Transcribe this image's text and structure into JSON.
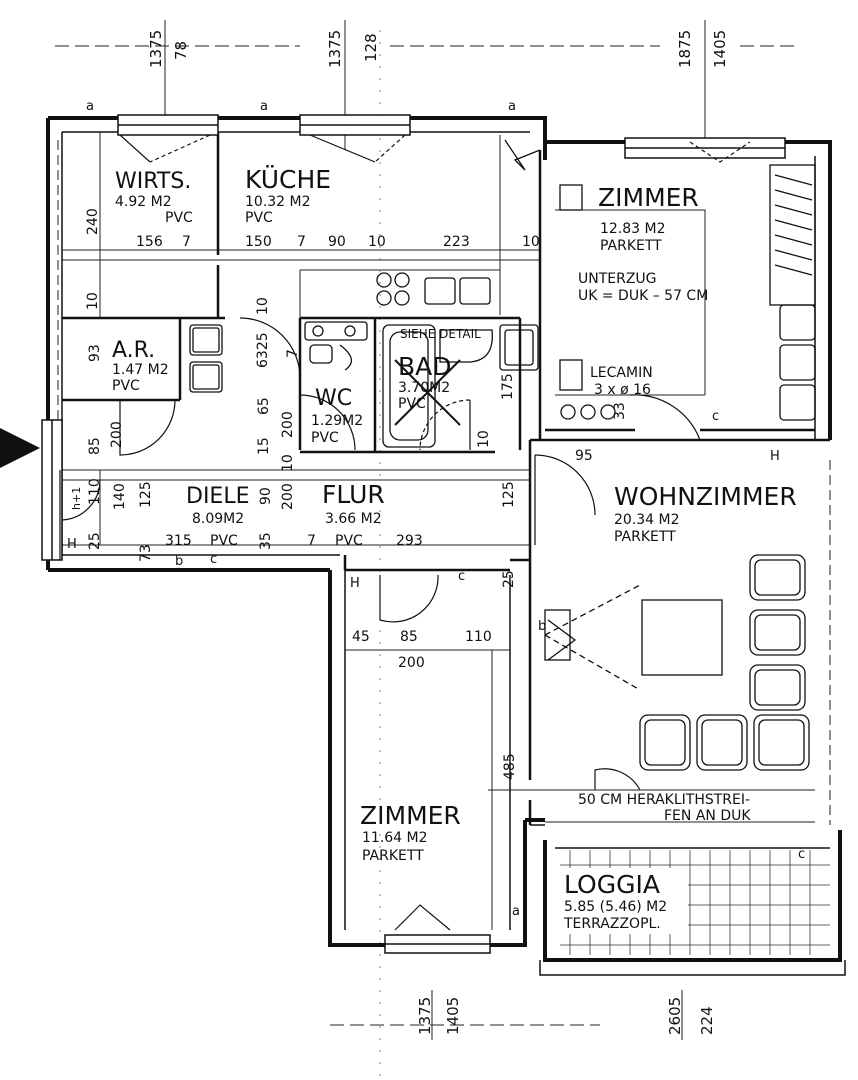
{
  "rooms": {
    "wirts": {
      "name": "WIRTS.",
      "area": "4.92 M2",
      "floor": "PVC"
    },
    "kueche": {
      "name": "KÜCHE",
      "area": "10.32 M2",
      "floor": "PVC"
    },
    "zimmer_ne": {
      "name": "ZIMMER",
      "area": "12.83 M2",
      "floor": "PARKETT"
    },
    "ar": {
      "name": "A.R.",
      "area": "1.47 M2",
      "floor": "PVC"
    },
    "wc": {
      "name": "WC",
      "area": "1.29M2",
      "floor": "PVC"
    },
    "bad": {
      "name": "BAD",
      "area": "3.70M2",
      "floor": "PVC"
    },
    "diele": {
      "name": "DIELE",
      "area": "8.09M2",
      "floor": "PVC"
    },
    "flur": {
      "name": "FLUR",
      "area": "3.66 M2",
      "floor": "PVC"
    },
    "wohnzimmer": {
      "name": "WOHNZIMMER",
      "area": "20.34 M2",
      "floor": "PARKETT"
    },
    "zimmer_s": {
      "name": "ZIMMER",
      "area": "11.64 M2",
      "floor": "PARKETT"
    },
    "loggia": {
      "name": "LOGGIA",
      "area": "5.85 (5.46) M2",
      "floor": "TERRAZZOPL."
    }
  },
  "notes": {
    "unterzug_1": "UNTERZUG",
    "unterzug_2": "UK = DUK – 57 CM",
    "lecamin_1": "LECAMIN",
    "lecamin_2": "3 x ø 16",
    "siehe_detail": "SIEHE DETAIL",
    "heraklith_1": "50 CM HERAKLITHSTREI-",
    "heraklith_2": "FEN AN DUK"
  },
  "top_dims": [
    "1375",
    "78",
    "1375",
    "128",
    "1875",
    "1405"
  ],
  "bottom_dims": [
    "1375",
    "1405",
    "2605",
    "224"
  ],
  "dims": {
    "d240": "240",
    "d156": "156",
    "d7a": "7",
    "d150": "150",
    "d7b": "7",
    "d90": "90",
    "d10a": "10",
    "d223": "223",
    "d10b": "10",
    "d10c": "10",
    "d10d": "10",
    "d93": "93",
    "d6325": "6325",
    "d7c": "7",
    "d65": "65",
    "d200a": "200",
    "d15": "15",
    "d10e": "10",
    "d175": "175",
    "d10f": "10",
    "d95": "95",
    "d33": "33",
    "d85a": "85",
    "d200b": "200",
    "d110a": "110",
    "d140": "140",
    "d125a": "125",
    "d90b": "90",
    "d200c": "200",
    "d125b": "125",
    "d73": "73",
    "d315": "315",
    "d35": "35",
    "d7d": "7",
    "d293": "293",
    "d25a": "25",
    "d45": "45",
    "d85b": "85",
    "d110b": "110",
    "d200d": "200",
    "d485": "485",
    "d25b": "25"
  },
  "marks": {
    "a1": "a",
    "a2": "a",
    "a3": "a",
    "a4": "a",
    "b1": "b",
    "b2": "b",
    "c1": "c",
    "c2": "c",
    "c3": "c",
    "c4": "c",
    "H1": "H",
    "H2": "H",
    "H3": "H",
    "h1": "h+1"
  }
}
